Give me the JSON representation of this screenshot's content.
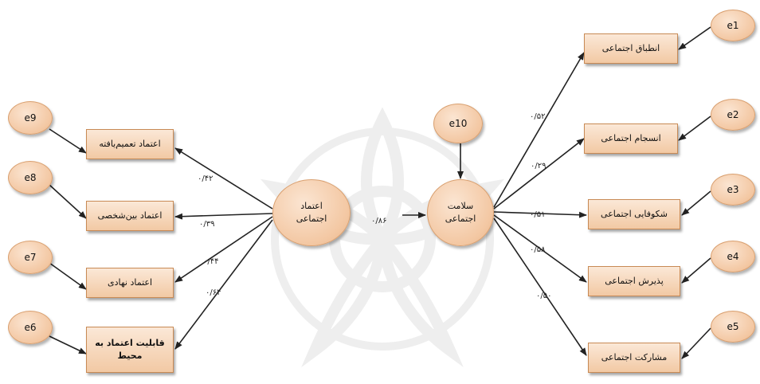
{
  "latent": {
    "trust": "اعتماد\nاجتماعی",
    "health": "سلامت\nاجتماعی",
    "health_error": "e10"
  },
  "left_indicators": [
    {
      "label": "اعتماد تعمیم‌یافته",
      "error": "e9",
      "coef": "۰/۴۲"
    },
    {
      "label": "اعتماد بین‌شخصی",
      "error": "e8",
      "coef": "۰/۳۹"
    },
    {
      "label": "اعتماد نهادی",
      "error": "e7",
      "coef": "۰/۴۴"
    },
    {
      "label": "قابلیت اعتماد به محیط",
      "error": "e6",
      "coef": "۰/۶۴"
    }
  ],
  "right_indicators": [
    {
      "label": "انطباق اجتماعی",
      "error": "e1",
      "coef": "۰/۵۲"
    },
    {
      "label": "انسجام اجتماعی",
      "error": "e2",
      "coef": "۰/۲۹"
    },
    {
      "label": "شکوفایی اجتماعی",
      "error": "e3",
      "coef": "۰/۵۱"
    },
    {
      "label": "پذیرش اجتماعی",
      "error": "e4",
      "coef": "۰/۵۸"
    },
    {
      "label": "مشارکت اجتماعی",
      "error": "e5",
      "coef": "۰/۵۰"
    }
  ],
  "path_coef": "۰/۸۶",
  "colors": {
    "fill_light": "#fbe8d7",
    "fill_dark": "#f2c9a4",
    "stroke": "#c88a55",
    "arrow": "#222222",
    "watermark": "#eeeeee"
  }
}
